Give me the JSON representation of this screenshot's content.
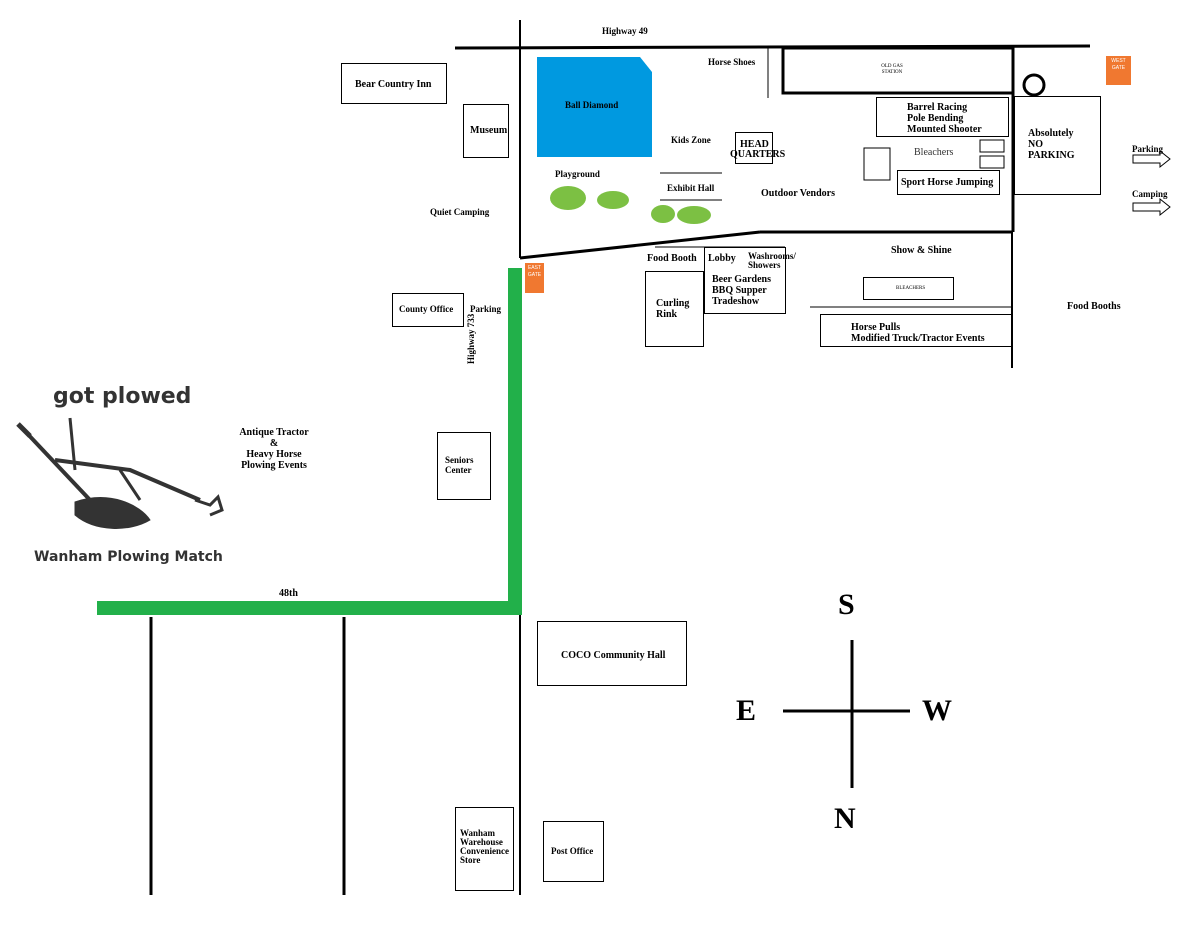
{
  "roads": {
    "highway49": "Highway 49",
    "highway733": "Highway 733",
    "street48": "48th"
  },
  "gates": {
    "east": "EAST GATE",
    "west": "WEST GATE"
  },
  "places": {
    "bear_country_inn": "Bear Country Inn",
    "museum": "Museum",
    "ball_diamond": "Ball Diamond",
    "horse_shoes": "Horse Shoes",
    "old_gas_station": "OLD GAS STATION",
    "barrel_racing": [
      "Barrel Racing",
      "Pole Bending",
      "Mounted Shooter"
    ],
    "absolutely_no_parking": [
      "Absolutely",
      "NO",
      "PARKING"
    ],
    "kids_zone": "Kids Zone",
    "headquarters": [
      "HEAD",
      "QUARTERS"
    ],
    "bleachers": "Bleachers",
    "playground": "Playground",
    "exhibit_hall": "Exhibit Hall",
    "outdoor_vendors": "Outdoor Vendors",
    "sport_horse_jumping": "Sport Horse Jumping",
    "parking_arrow": "Parking",
    "camping_arrow": "Camping",
    "quiet_camping": "Quiet Camping",
    "food_booth": "Food Booth",
    "lobby": "Lobby",
    "washrooms": [
      "Washrooms/",
      "Showers"
    ],
    "show_shine": "Show & Shine",
    "beer_gardens": [
      "Beer Gardens",
      "BBQ Supper",
      "Tradeshow"
    ],
    "curling_rink": [
      "Curling",
      "Rink"
    ],
    "bleachers_small": "BLEACHERS",
    "county_office": "County Office",
    "parking": "Parking",
    "food_booths": "Food Booths",
    "horse_pulls": [
      "Horse Pulls",
      "Modified Truck/Tractor Events"
    ],
    "antique_tractor": [
      "Antique Tractor",
      "&",
      "Heavy Horse",
      "Plowing Events"
    ],
    "seniors_center": [
      "Seniors",
      "Center"
    ],
    "coco_hall": "COCO Community Hall",
    "wanham_warehouse": [
      "Wanham",
      "Warehouse",
      "Convenience",
      "Store"
    ],
    "post_office": "Post Office"
  },
  "logo": {
    "title": "got plowed",
    "subtitle": "Wanham Plowing Match",
    "icon": "plow-icon"
  },
  "compass": {
    "top": "S",
    "left": "E",
    "right": "W",
    "bottom": "N"
  },
  "colors": {
    "green_route": "#22b04a",
    "ball_diamond": "#0099e0",
    "trees": "#7cc043",
    "gate": "#f07830"
  }
}
